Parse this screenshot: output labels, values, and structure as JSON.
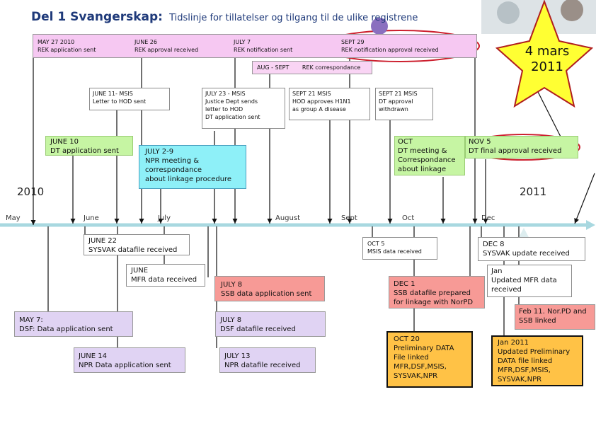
{
  "title": {
    "main": "Del 1 Svangerskap:",
    "sub": "Tidslinje for tillatelser og tilgang til de ulike registrene"
  },
  "star": {
    "line1": "4 mars",
    "line2": "2011"
  },
  "years": {
    "y2010": "2010",
    "y2011": "2011"
  },
  "months": [
    "May",
    "June",
    "July",
    "August",
    "Sept",
    "Oct",
    "Dec"
  ],
  "above": {
    "rek_sent": [
      "MAY 27 2010",
      "REK application sent"
    ],
    "rek_approval": [
      "JUNE 26",
      "REK approval received"
    ],
    "rek_notification": [
      "JULY 7",
      "REK notification sent"
    ],
    "rek_notif_approval": [
      "SEPT 29",
      "REK notification approval received"
    ],
    "rek_corr_dates": "AUG - SEPT",
    "rek_corr_label": "REK correspondance",
    "msis_letter": [
      "JUNE 11- MSIS",
      "Letter to HOD sent"
    ],
    "msis_justice": [
      "JULY 23 - MSIS",
      "Justice Dept sends",
      "letter to HOD",
      "DT application sent"
    ],
    "hod_approves": [
      "SEPT 21 MSIS",
      "HOD approves H1N1",
      "as group A disease"
    ],
    "dt_withdrawn": [
      "SEPT 21 MSIS",
      "DT approval",
      "withdrawn"
    ],
    "dt_sent": [
      "JUNE 10",
      "DT application sent"
    ],
    "npr_meeting": [
      "JULY 2-9",
      "NPR meeting &",
      "correspondance",
      "about linkage procedure"
    ],
    "oct_dt": [
      "OCT",
      "DT meeting &",
      "Correspondance",
      "about linkage"
    ],
    "nov_dt": [
      "NOV 5",
      "DT final approval received"
    ]
  },
  "below": {
    "sysvak_june": [
      "JUNE 22",
      "SYSVAK datafile received"
    ],
    "mfr_june": [
      "JUNE",
      "MFR data received"
    ],
    "ssb_july": [
      "JULY 8",
      "SSB data application sent"
    ],
    "dsf_may": [
      "MAY 7:",
      "DSF: Data application sent"
    ],
    "dsf_july": [
      "JULY 8",
      "DSF datafile received"
    ],
    "npr_june": [
      "JUNE 14",
      "NPR Data application sent"
    ],
    "npr_july": [
      "JULY 13",
      "NPR datafile received"
    ],
    "msis_oct": [
      "OCT 5",
      "MSIS data received"
    ],
    "ssb_dec": [
      "DEC 1",
      "SSB datafile prepared",
      "for linkage with NorPD"
    ],
    "oct20": [
      "OCT 20",
      "Preliminary DATA",
      "File linked",
      "MFR,DSF,MSIS,",
      "SYSVAK,NPR"
    ],
    "sysvak_dec": [
      "DEC 8",
      "SYSVAK update received"
    ],
    "mfr_jan": [
      "Jan",
      "Updated MFR data",
      "received"
    ],
    "feb11": [
      "Feb 11. Nor.PD and",
      "SSB linked"
    ],
    "jan2011": [
      "Jan 2011",
      "Updated Preliminary",
      "DATA file linked",
      "MFR,DSF,MSIS,",
      "SYSVAK,NPR"
    ]
  },
  "colors": {
    "title": "#1f3a7a",
    "timeline": "#a8d8e0",
    "pink": "#f6c8f2",
    "green": "#c6f5a3",
    "cyan": "#8ef0f8",
    "salmon": "#f79a96",
    "lavender": "#e0d3f3",
    "orange": "#ffc246",
    "star": "#ffff33",
    "ellipse": "#cc1f2e"
  }
}
